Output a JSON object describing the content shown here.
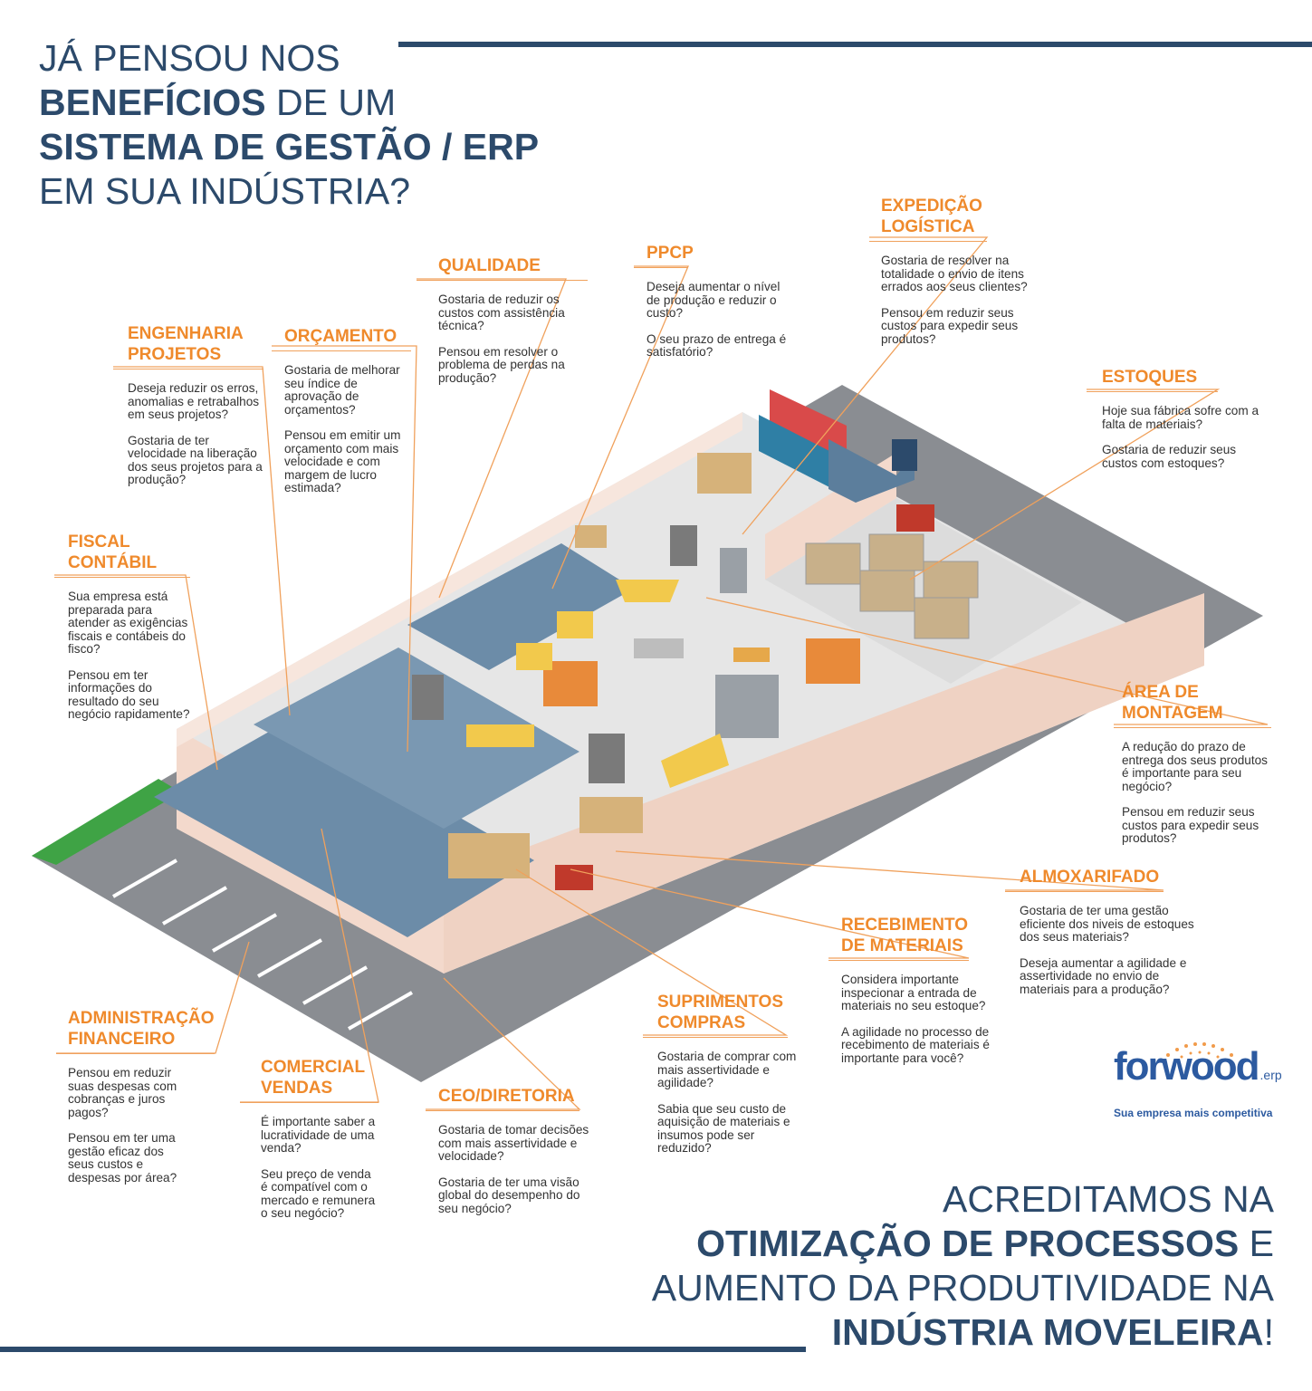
{
  "headline": {
    "l1": "JÁ PENSOU NOS",
    "l2_bold": "BENEFÍCIOS",
    "l2_rest": " DE UM",
    "l3_bold": "SISTEMA DE GESTÃO / ERP",
    "l4": "EM SUA INDÚSTRIA?"
  },
  "closing": {
    "l1": "ACREDITAMOS NA",
    "l2_bold": "OTIMIZAÇÃO DE PROCESSOS",
    "l2_rest": " E",
    "l3": "AUMENTO DA PRODUTIVIDADE NA",
    "l4_bold": "INDÚSTRIA MOVELEIRA",
    "l4_rest": "!"
  },
  "logo": {
    "wordmark": "forwood",
    "suffix": ".erp",
    "tagline": "Sua empresa mais competitiva"
  },
  "departments": [
    {
      "id": "engenharia",
      "title": [
        "ENGENHARIA",
        "PROJETOS"
      ],
      "questions": [
        "Deseja reduzir os erros, anomalias e retrabalhos em seus projetos?",
        "Gostaria de ter velocidade na liberação dos seus projetos para a produção?"
      ]
    },
    {
      "id": "orcamento",
      "title": [
        "ORÇAMENTO"
      ],
      "questions": [
        "Gostaria de melhorar seu índice de aprovação de orçamentos?",
        "Pensou em emitir um orçamento com mais velocidade e com margem de lucro estimada?"
      ]
    },
    {
      "id": "qualidade",
      "title": [
        "QUALIDADE"
      ],
      "questions": [
        "Gostaria de reduzir os custos com assistência técnica?",
        "Pensou em resolver o problema de perdas na produção?"
      ]
    },
    {
      "id": "ppcp",
      "title": [
        "PPCP"
      ],
      "questions": [
        "Deseja aumentar o nível de produção e reduzir o custo?",
        "O seu prazo de entrega é satisfatório?"
      ]
    },
    {
      "id": "expedicao",
      "title": [
        "EXPEDIÇÃO",
        "LOGÍSTICA"
      ],
      "questions": [
        "Gostaria de resolver na totalidade o envio de itens errados aos seus clientes?",
        "Pensou em reduzir seus custos para expedir seus produtos?"
      ]
    },
    {
      "id": "estoques",
      "title": [
        "ESTOQUES"
      ],
      "questions": [
        "Hoje sua fábrica sofre com a falta de materiais?",
        "Gostaria de reduzir seus custos com estoques?"
      ]
    },
    {
      "id": "fiscal",
      "title": [
        "FISCAL",
        "CONTÁBIL"
      ],
      "questions": [
        "Sua empresa está preparada para atender as exigências fiscais e contábeis do fisco?",
        "Pensou em ter informações do resultado do seu negócio rapidamente?"
      ]
    },
    {
      "id": "montagem",
      "title": [
        "ÁREA DE",
        "MONTAGEM"
      ],
      "questions": [
        "A redução do prazo de entrega dos seus produtos é importante para seu negócio?",
        "Pensou em reduzir seus custos para expedir seus produtos?"
      ]
    },
    {
      "id": "almoxarifado",
      "title": [
        "ALMOXARIFADO"
      ],
      "questions": [
        "Gostaria de ter uma gestão eficiente dos niveis de estoques dos seus materiais?",
        "Deseja aumentar a agilidade e assertividade no envio de materiais para a produção?"
      ]
    },
    {
      "id": "recebimento",
      "title": [
        "RECEBIMENTO",
        "DE MATERIAIS"
      ],
      "questions": [
        "Considera importante inspecionar a entrada de materiais no seu estoque?",
        "A agilidade no processo de recebimento de materiais é importante para você?"
      ]
    },
    {
      "id": "suprimentos",
      "title": [
        "SUPRIMENTOS",
        "COMPRAS"
      ],
      "questions": [
        "Gostaria de comprar com mais assertividade e agilidade?",
        "Sabia que seu custo de aquisição de materiais e insumos pode ser reduzido?"
      ]
    },
    {
      "id": "administracao",
      "title": [
        "ADMINISTRAÇÃO",
        "FINANCEIRO"
      ],
      "questions": [
        "Pensou em reduzir suas despesas com cobranças e juros pagos?",
        "Pensou em ter uma gestão eficaz dos seus custos e despesas por área?"
      ]
    },
    {
      "id": "comercial",
      "title": [
        "COMERCIAL",
        "VENDAS"
      ],
      "questions": [
        "É importante saber a lucratividade de uma venda?",
        "Seu preço de venda é compatível com o mercado e remunera o seu negócio?"
      ]
    },
    {
      "id": "ceo",
      "title": [
        "CEO/DIRETORIA"
      ],
      "questions": [
        "Gostaria de tomar decisões com mais assertividade e velocidade?",
        "Gostaria de ter uma visão global do desempenho do seu negócio?"
      ]
    }
  ],
  "colors": {
    "accent": "#ef8a2c",
    "brand": "#2c4a6b",
    "floor": "#e4e4e4",
    "road": "#8a8d92",
    "wall": "#f3d9cc",
    "desk_area": "#6c8ca8",
    "grass": "#3fa345"
  }
}
